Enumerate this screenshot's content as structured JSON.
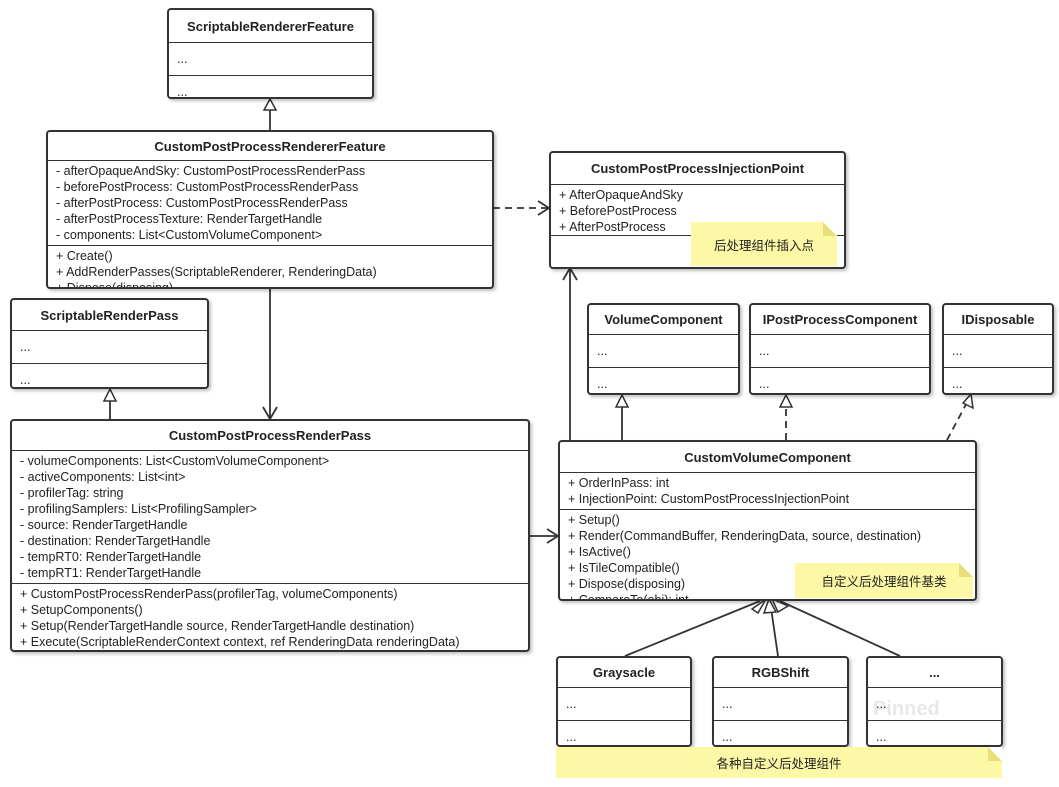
{
  "classes": {
    "scriptable_renderer_feature": {
      "name": "ScriptableRendererFeature",
      "attributes": [
        "..."
      ],
      "methods": [
        "..."
      ]
    },
    "custom_post_process_renderer_feature": {
      "name": "CustomPostProcessRendererFeature",
      "attributes": [
        "- afterOpaqueAndSky: CustomPostProcessRenderPass",
        "- beforePostProcess: CustomPostProcessRenderPass",
        "- afterPostProcess: CustomPostProcessRenderPass",
        "- afterPostProcessTexture: RenderTargetHandle",
        "- components: List<CustomVolumeComponent>"
      ],
      "methods": [
        "+ Create()",
        "+ AddRenderPasses(ScriptableRenderer, RenderingData)",
        "+ Dispose(disposing)"
      ]
    },
    "custom_post_process_injection_point": {
      "name": "CustomPostProcessInjectionPoint",
      "attributes": [
        "+ AfterOpaqueAndSky",
        "+ BeforePostProcess",
        "+ AfterPostProcess"
      ],
      "methods": []
    },
    "scriptable_render_pass": {
      "name": "ScriptableRenderPass",
      "attributes": [
        "..."
      ],
      "methods": [
        "..."
      ]
    },
    "volume_component": {
      "name": "VolumeComponent",
      "attributes": [
        "..."
      ],
      "methods": [
        "..."
      ]
    },
    "ipost_process_component": {
      "name": "IPostProcessComponent",
      "attributes": [
        "..."
      ],
      "methods": [
        "..."
      ]
    },
    "idisposable": {
      "name": "IDisposable",
      "attributes": [
        "..."
      ],
      "methods": [
        "..."
      ]
    },
    "custom_post_process_render_pass": {
      "name": "CustomPostProcessRenderPass",
      "attributes": [
        "- volumeComponents: List<CustomVolumeComponent>",
        "- activeComponents: List<int>",
        "- profilerTag: string",
        "- profilingSamplers: List<ProfilingSampler>",
        "- source: RenderTargetHandle",
        "- destination: RenderTargetHandle",
        "- tempRT0: RenderTargetHandle",
        "- tempRT1: RenderTargetHandle"
      ],
      "methods": [
        "+ CustomPostProcessRenderPass(profilerTag, volumeComponents)",
        "+ SetupComponents()",
        "+ Setup(RenderTargetHandle source, RenderTargetHandle destination)",
        "+ Execute(ScriptableRenderContext context, ref RenderingData renderingData)"
      ]
    },
    "custom_volume_component": {
      "name": "CustomVolumeComponent",
      "attributes": [
        "+ OrderInPass: int",
        "+ InjectionPoint: CustomPostProcessInjectionPoint"
      ],
      "methods": [
        "+ Setup()",
        "+ Render(CommandBuffer, RenderingData, source, destination)",
        "+ IsActive()",
        "+ IsTileCompatible()",
        "+ Dispose(disposing)",
        "+ CompareTo(obj): int"
      ]
    },
    "graysacle": {
      "name": "Graysacle",
      "attributes": [
        "..."
      ],
      "methods": [
        "..."
      ]
    },
    "rgb_shift": {
      "name": "RGBShift",
      "attributes": [
        "..."
      ],
      "methods": [
        "..."
      ]
    },
    "more": {
      "name": "...",
      "attributes": [
        "..."
      ],
      "methods": [
        "..."
      ]
    }
  },
  "notes": {
    "injection_point": "后处理组件插入点",
    "volume_base": "自定义后处理组件基类",
    "components": "各种自定义后处理组件"
  },
  "watermark": "Pinned",
  "colors": {
    "line": "#333333",
    "note": "#fdf8a6"
  }
}
